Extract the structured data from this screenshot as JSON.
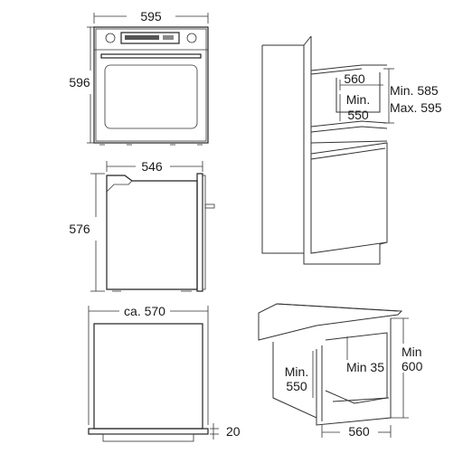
{
  "front_view": {
    "width": "595",
    "height": "596"
  },
  "side_view": {
    "depth": "546",
    "height": "576"
  },
  "top_view": {
    "depth": "ca. 570",
    "panel": "20"
  },
  "tall_cabinet": {
    "width": "560",
    "depth_min": "Min.",
    "depth_val": "550",
    "height_min": "Min. 585",
    "height_max": "Max. 595"
  },
  "undercounter": {
    "depth_min": "Min.",
    "depth_val": "550",
    "vent": "Min 35",
    "height_min": "Min",
    "height_val": "600",
    "width": "560"
  },
  "colors": {
    "line": "#222222",
    "text": "#1a1a1a",
    "background": "#ffffff"
  }
}
